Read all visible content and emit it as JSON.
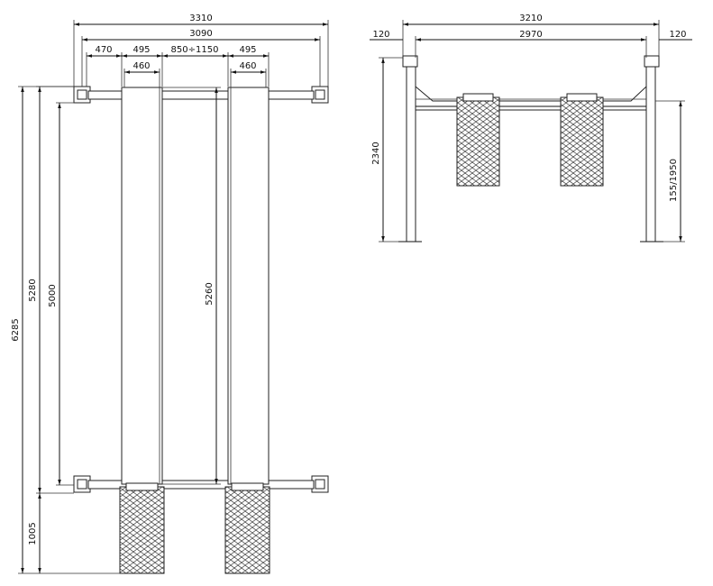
{
  "top_view": {
    "width_overall": "3310",
    "width_posts": "3090",
    "offset_left": "470",
    "runway_left_width": "495",
    "runway_gap": "850÷1150",
    "runway_right_width": "495",
    "tread_left": "460",
    "tread_right": "460",
    "length_overall": "6285",
    "length_posts": "5280",
    "length_inner": "5000",
    "runway_length": "5260",
    "ramp_length": "1005"
  },
  "front_view": {
    "width_overall": "3210",
    "post_left": "120",
    "width_inner": "2970",
    "post_right": "120",
    "height_posts": "2340",
    "lift_height": "155/1950"
  },
  "colors": {
    "line": "#111111",
    "background": "#ffffff"
  }
}
